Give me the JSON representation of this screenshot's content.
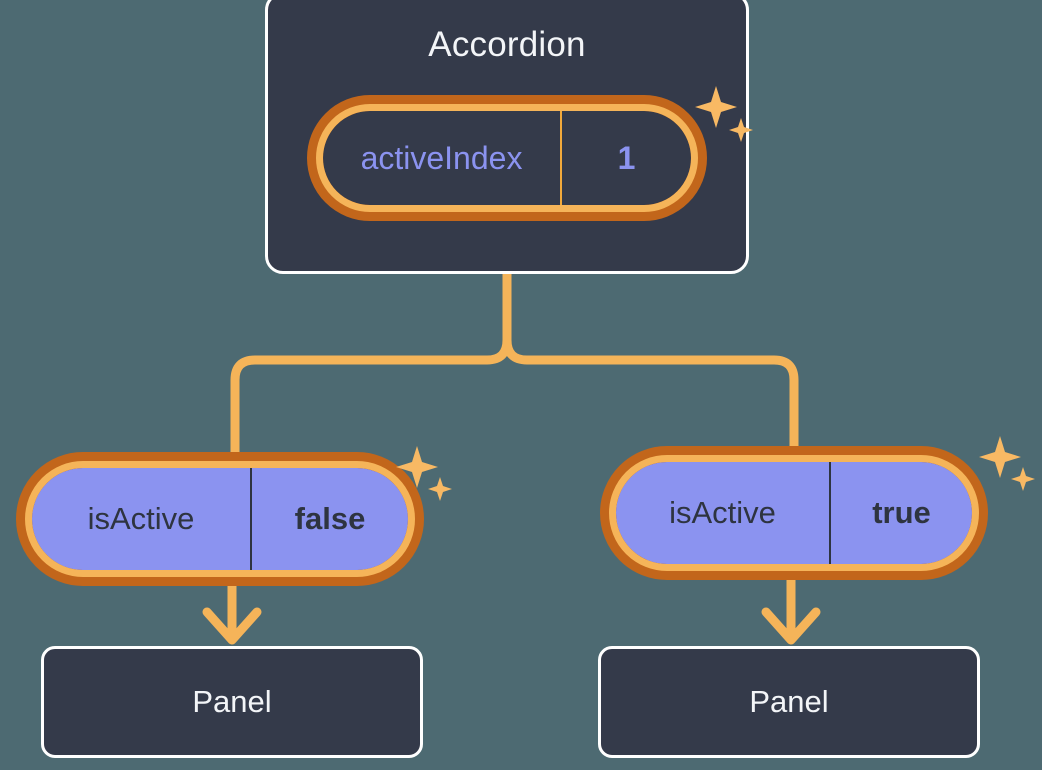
{
  "background_color": "#4d6a72",
  "palette": {
    "card_fill": "#343a4a",
    "card_border": "#ffffff",
    "pill_ring_outer": "#c2661b",
    "pill_ring_inner": "#f5b459",
    "pill_purple_fill": "#8b93f0",
    "accent_text_purple": "#8b93f0",
    "dark_text": "#2e3440",
    "connector": "#f5b459",
    "sparkle": "#f8b964"
  },
  "diagram": {
    "type": "component-state-tree",
    "root": {
      "name": "accordion-card",
      "title": "Accordion",
      "state": {
        "key": "activeIndex",
        "value": "1",
        "variant": "dark"
      }
    },
    "children": [
      {
        "name": "left-branch",
        "state": {
          "key": "isActive",
          "value": "false",
          "variant": "purple"
        },
        "panel": {
          "label": "Panel"
        }
      },
      {
        "name": "right-branch",
        "state": {
          "key": "isActive",
          "value": "true",
          "variant": "purple"
        },
        "panel": {
          "label": "Panel"
        }
      }
    ]
  },
  "icons": {
    "sparkle_large": "four-point-star",
    "sparkle_small": "four-point-star-small"
  }
}
